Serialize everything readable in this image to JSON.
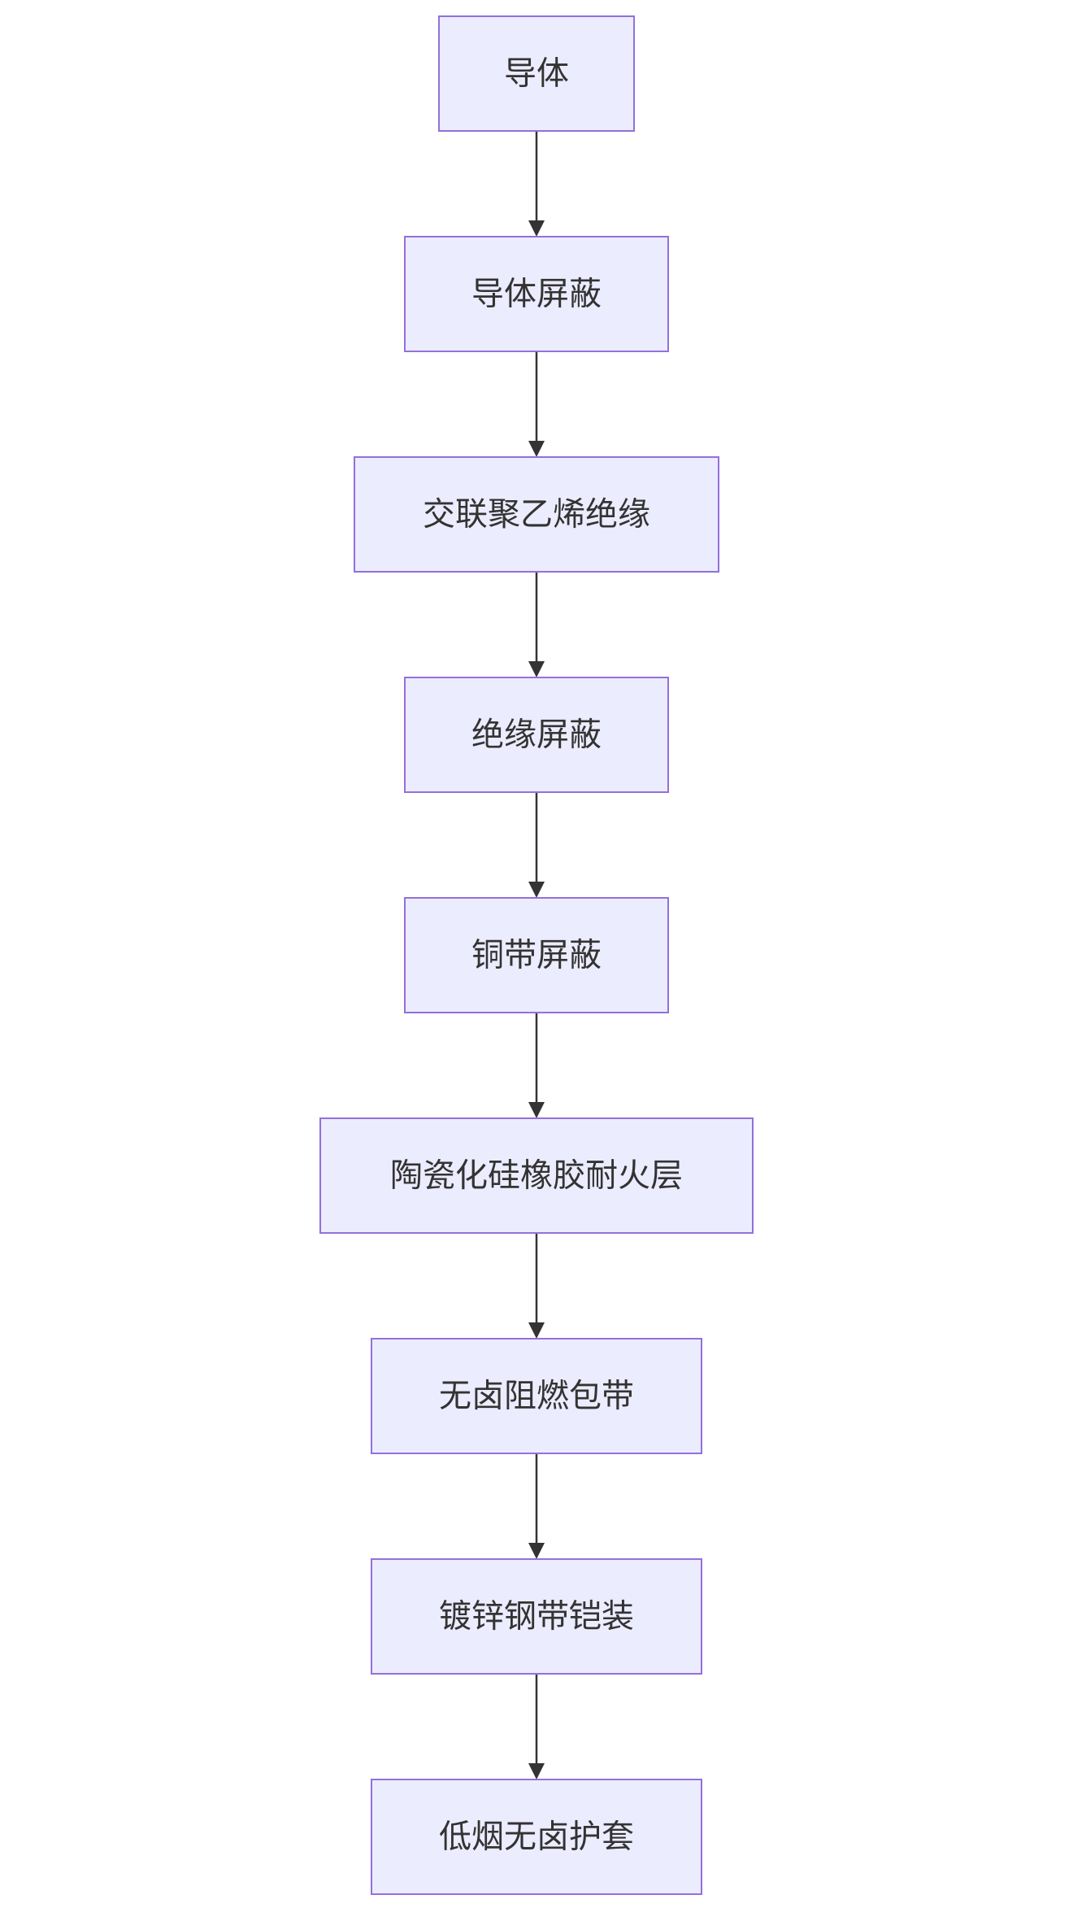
{
  "diagram": {
    "type": "flowchart",
    "direction": "top-to-bottom",
    "colors": {
      "node_fill": "#ececff",
      "node_stroke": "#9370db",
      "text": "#333333",
      "edge": "#333333"
    },
    "nodes": [
      {
        "id": "n1",
        "label": "导体"
      },
      {
        "id": "n2",
        "label": "导体屏蔽"
      },
      {
        "id": "n3",
        "label": "交联聚乙烯绝缘"
      },
      {
        "id": "n4",
        "label": "绝缘屏蔽"
      },
      {
        "id": "n5",
        "label": "铜带屏蔽"
      },
      {
        "id": "n6",
        "label": "陶瓷化硅橡胶耐火层"
      },
      {
        "id": "n7",
        "label": "无卤阻燃包带"
      },
      {
        "id": "n8",
        "label": "镀锌钢带铠装"
      },
      {
        "id": "n9",
        "label": "低烟无卤护套"
      }
    ],
    "edges": [
      {
        "from": "n1",
        "to": "n2"
      },
      {
        "from": "n2",
        "to": "n3"
      },
      {
        "from": "n3",
        "to": "n4"
      },
      {
        "from": "n4",
        "to": "n5"
      },
      {
        "from": "n5",
        "to": "n6"
      },
      {
        "from": "n6",
        "to": "n7"
      },
      {
        "from": "n7",
        "to": "n8"
      },
      {
        "from": "n8",
        "to": "n9"
      }
    ]
  }
}
